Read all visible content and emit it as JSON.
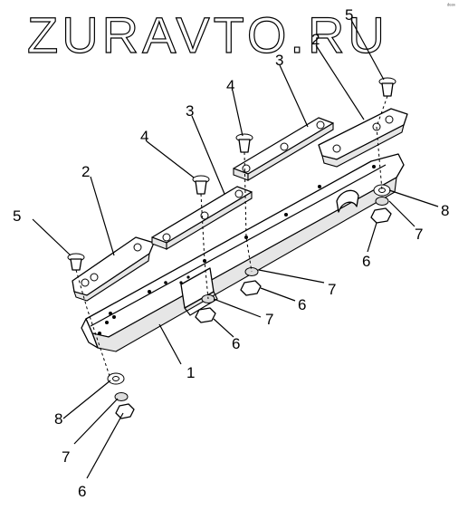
{
  "watermark": "ZURAVTO.RU",
  "corner_mark": "ᵈᵉᵃⁿ",
  "callouts": {
    "c1": "1",
    "c2a": "2",
    "c2b": "2",
    "c3a": "3",
    "c3b": "3",
    "c4a": "4",
    "c4b": "4",
    "c5a": "5",
    "c5b": "5",
    "c6a": "6",
    "c6b": "6",
    "c6c": "6",
    "c6d": "6",
    "c7a": "7",
    "c7b": "7",
    "c7c": "7",
    "c7d": "7",
    "c8a": "8",
    "c8b": "8"
  }
}
